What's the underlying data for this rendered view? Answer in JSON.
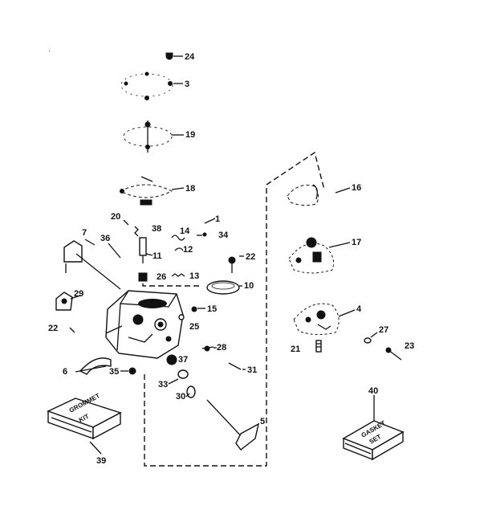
{
  "callouts": [
    {
      "id": "c24",
      "text": "24"
    },
    {
      "id": "c3",
      "text": "3"
    },
    {
      "id": "c19",
      "text": "19"
    },
    {
      "id": "c18",
      "text": "18"
    },
    {
      "id": "c20",
      "text": "20"
    },
    {
      "id": "c38",
      "text": "38"
    },
    {
      "id": "c1",
      "text": "1"
    },
    {
      "id": "c14",
      "text": "14"
    },
    {
      "id": "c34",
      "text": "34"
    },
    {
      "id": "c7",
      "text": "7"
    },
    {
      "id": "c36",
      "text": "36"
    },
    {
      "id": "c11",
      "text": "11"
    },
    {
      "id": "c12",
      "text": "12"
    },
    {
      "id": "c22a",
      "text": "22"
    },
    {
      "id": "c26a",
      "text": "26"
    },
    {
      "id": "c13",
      "text": "13"
    },
    {
      "id": "c10",
      "text": "10"
    },
    {
      "id": "c29",
      "text": "29"
    },
    {
      "id": "c15",
      "text": "15"
    },
    {
      "id": "c25",
      "text": "25"
    },
    {
      "id": "c22b",
      "text": "22"
    },
    {
      "id": "c28",
      "text": "28"
    },
    {
      "id": "c37",
      "text": "37"
    },
    {
      "id": "c6",
      "text": "6"
    },
    {
      "id": "c35",
      "text": "35"
    },
    {
      "id": "c33",
      "text": "33"
    },
    {
      "id": "c31",
      "text": "31"
    },
    {
      "id": "c30",
      "text": "30"
    },
    {
      "id": "c5",
      "text": "5"
    },
    {
      "id": "c39",
      "text": "39"
    },
    {
      "id": "c16",
      "text": "16"
    },
    {
      "id": "c17",
      "text": "17"
    },
    {
      "id": "c4",
      "text": "4"
    },
    {
      "id": "c21",
      "text": "21"
    },
    {
      "id": "c27",
      "text": "27"
    },
    {
      "id": "c23",
      "text": "23"
    },
    {
      "id": "c40",
      "text": "40"
    }
  ],
  "kits": {
    "left_box_line1": "GROMMET",
    "left_box_line2": "KIT",
    "right_box_line1": "GASKET",
    "right_box_line2": "SET"
  },
  "colors": {
    "ink": "#111111",
    "paper": "#ffffff"
  }
}
